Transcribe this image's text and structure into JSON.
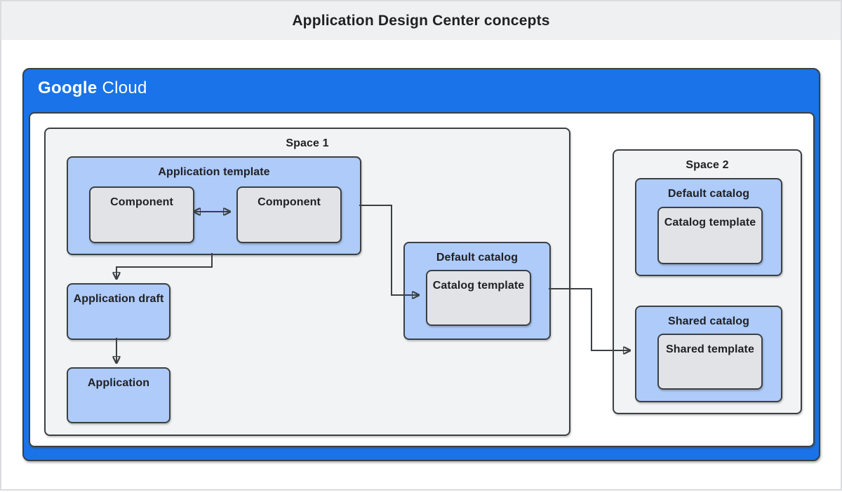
{
  "title": "Application Design Center concepts",
  "brand": {
    "google": "Google",
    "cloud": "Cloud"
  },
  "colors": {
    "google_blue": "#1a73e8",
    "node_blue": "#aecbfa",
    "node_gray": "#e1e3e6",
    "space_gray": "#f1f3f4",
    "border_dark": "#3c4043",
    "title_band": "#eef0f2",
    "label_text": "#202124"
  },
  "spaces": {
    "space1": {
      "label": "Space 1"
    },
    "space2": {
      "label": "Space 2"
    }
  },
  "nodes": {
    "app_template": {
      "label": "Application template"
    },
    "component1": {
      "label": "Component"
    },
    "component2": {
      "label": "Component"
    },
    "app_draft": {
      "label": "Application draft"
    },
    "application": {
      "label": "Application"
    },
    "default_catalog1": {
      "label": "Default catalog"
    },
    "catalog_template1": {
      "label": "Catalog template"
    },
    "default_catalog2": {
      "label": "Default catalog"
    },
    "catalog_template2": {
      "label": "Catalog template"
    },
    "shared_catalog": {
      "label": "Shared catalog"
    },
    "shared_template": {
      "label": "Shared template"
    }
  },
  "connectors": {
    "component_to_component": "bidirectional",
    "template_to_draft": "down",
    "draft_to_application": "down",
    "template_to_catalog_template": "right",
    "default_catalog_to_shared_catalog": "right"
  }
}
